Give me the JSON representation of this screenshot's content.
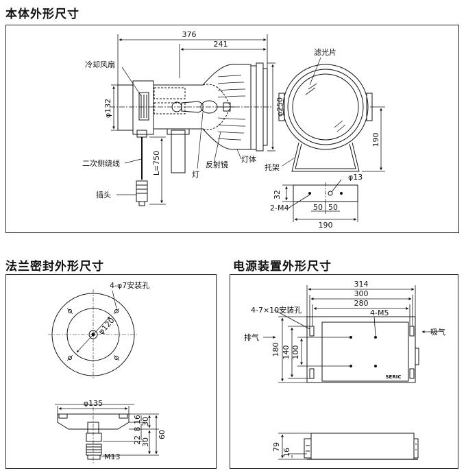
{
  "sections": {
    "body": {
      "title": "本体外形尺寸"
    },
    "flange": {
      "title": "法兰密封外形尺寸"
    },
    "power": {
      "title": "电源装置外形尺寸"
    }
  },
  "body_drawing": {
    "dims": {
      "d376": "376",
      "d241": "241",
      "d132": "φ132",
      "d250": "φ250",
      "l750": "L=750",
      "d190v": "190",
      "d13": "φ13",
      "d32": "32",
      "m4": "2-M4",
      "d50a": "50",
      "d50b": "50",
      "d190h": "190"
    },
    "labels": {
      "fan": "冷却风扇",
      "filter": "滤光片",
      "cable": "二次侧绕线",
      "plug": "插头",
      "lamp": "灯",
      "reflector": "反射镜",
      "lampbody": "灯体",
      "bracket": "托架"
    }
  },
  "flange_drawing": {
    "dims": {
      "holes": "4-φ7安装孔",
      "d120": "φ120",
      "d135": "φ135",
      "d16": "16",
      "d30a": "30",
      "d8": "8",
      "d22": "22",
      "d30b": "30",
      "d60": "60",
      "m13": "M13"
    }
  },
  "power_drawing": {
    "dims": {
      "d314": "314",
      "d300": "300",
      "d280": "280",
      "holes": "4-7×10安装孔",
      "m5": "4-M5",
      "d180": "180",
      "d140": "140",
      "d100": "100",
      "d79": "79",
      "d16": "16"
    },
    "labels": {
      "exhaust": "排气",
      "intake": "吸气",
      "brand": "SERIC"
    }
  }
}
